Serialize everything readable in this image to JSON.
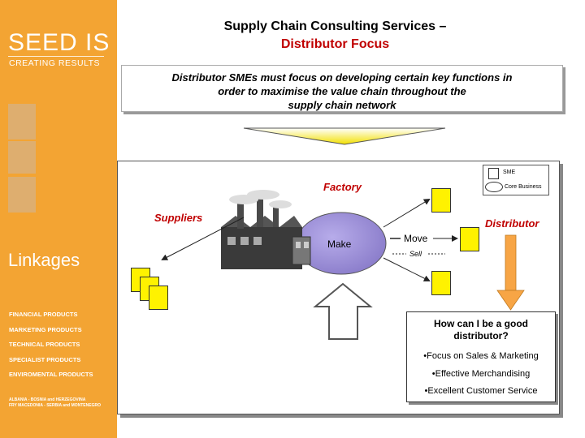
{
  "sidebar": {
    "logo": "SEED IS",
    "tagline": "CREATING RESULTS",
    "linkages": "Linkages",
    "products": [
      "FINANCIAL PRODUCTS",
      "MARKETING PRODUCTS",
      "TECHNICAL PRODUCTS",
      "SPECIALIST PRODUCTS",
      "ENVIROMENTAL PRODUCTS"
    ],
    "footer_lines": [
      "ALBANIA - BOSNIA and HERZEGOVINA",
      "FRY MACEDONIA - SERBIA and MONTENEGRO"
    ]
  },
  "header": {
    "title_line1": "Supply Chain Consulting Services –",
    "title_line2": "Distributor Focus"
  },
  "intro": {
    "lines": [
      "Distributor SMEs must focus on developing certain key functions in",
      "order to maximise the value chain throughout the",
      "supply chain network"
    ]
  },
  "diagram": {
    "factory_label": "Factory",
    "suppliers_label": "Suppliers",
    "distributor_label": "Distributor",
    "make_label": "Make",
    "move_label": "Move",
    "sell_label": "Sell",
    "legend": {
      "sme": "SME",
      "core": "Core Business"
    }
  },
  "question": {
    "heading_line1": "How can I be a good",
    "heading_line2": "distributor?",
    "items": [
      "•Focus on Sales & Marketing",
      "•Effective Merchandising",
      "•Excellent Customer Service"
    ]
  },
  "colors": {
    "sidebar": "#f3a433",
    "accent_red": "#c00000",
    "sme_yellow": "#fff200",
    "core_purple": "#9d8fd6",
    "arrow_orange": "#f7a545"
  }
}
